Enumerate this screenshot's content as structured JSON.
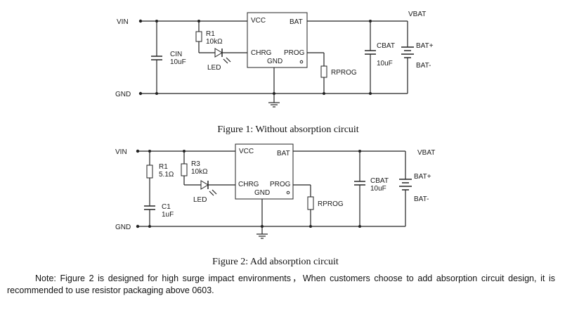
{
  "figure1": {
    "caption": "Figure 1: Without absorption circuit",
    "labels": {
      "vin": "VIN",
      "gnd": "GND",
      "vbat": "VBAT",
      "vcc": "VCC",
      "bat": "BAT",
      "chrg": "CHRG",
      "prog": "PROG",
      "ic_gnd": "GND",
      "r1_name": "R1",
      "r1_value": "10kΩ",
      "led": "LED",
      "cin_name": "CIN",
      "cin_value": "10uF",
      "rprog": "RPROG",
      "cbat_name": "CBAT",
      "cbat_value": "10uF",
      "bat_plus": "BAT+",
      "bat_minus": "BAT-"
    }
  },
  "figure2": {
    "caption": "Figure 2: Add absorption circuit",
    "labels": {
      "vin": "VIN",
      "gnd": "GND",
      "vbat": "VBAT",
      "vcc": "VCC",
      "bat": "BAT",
      "chrg": "CHRG",
      "prog": "PROG",
      "ic_gnd": "GND",
      "r1_name": "R1",
      "r1_value": "5.1Ω",
      "c1_name": "C1",
      "c1_value": "1uF",
      "r3_name": "R3",
      "r3_value": "10kΩ",
      "led": "LED",
      "rprog": "RPROG",
      "cbat_name": "CBAT",
      "cbat_value": "10uF",
      "bat_plus": "BAT+",
      "bat_minus": "BAT-"
    }
  },
  "note": "Note: Figure 2 is designed for high surge impact environments，When customers choose to add absorption circuit design, it is recommended to use resistor packaging above 0603."
}
